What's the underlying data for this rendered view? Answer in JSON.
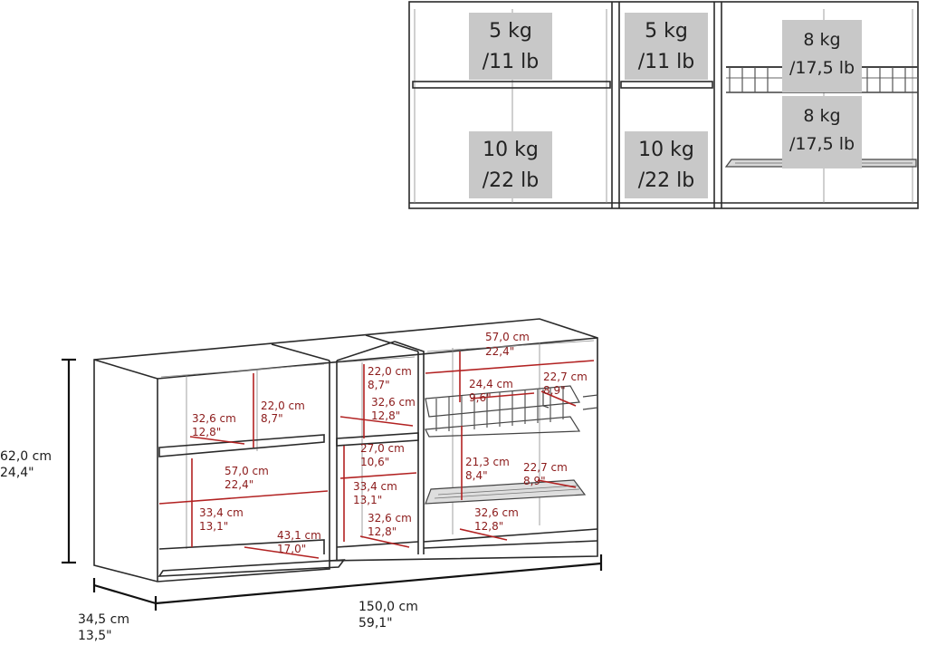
{
  "weights": {
    "top_left": [
      "5 kg",
      "/11 lb"
    ],
    "top_mid": [
      "5 kg",
      "/11 lb"
    ],
    "top_right": [
      "8 kg",
      "/17,5 lb"
    ],
    "bottom_left": [
      "10 kg",
      "/22 lb"
    ],
    "bottom_mid": [
      "10 kg",
      "/22 lb"
    ],
    "bottom_right": [
      "8 kg",
      "/17,5 lb"
    ]
  },
  "dimensions": {
    "height": [
      "62,0 cm",
      "24,4\""
    ],
    "depth": [
      "34,5 cm",
      "13,5\""
    ],
    "width": [
      "150,0 cm",
      "59,1\""
    ],
    "left_top_height": [
      "22,0 cm",
      "8,7\""
    ],
    "left_top_depth": [
      "32,6 cm",
      "12,8\""
    ],
    "left_width": [
      "57,0 cm",
      "22,4\""
    ],
    "left_bottom_height": [
      "33,4 cm",
      "13,1\""
    ],
    "left_door": [
      "43,1 cm",
      "17,0\""
    ],
    "mid_top_height": [
      "22,0 cm",
      "8,7\""
    ],
    "mid_top_depth": [
      "32,6 cm",
      "12,8\""
    ],
    "mid_mid_height": [
      "27,0 cm",
      "10,6\""
    ],
    "mid_bottom_height": [
      "33,4 cm",
      "13,1\""
    ],
    "mid_bottom_depth": [
      "32,6 cm",
      "12,8\""
    ],
    "right_width": [
      "57,0 cm",
      "22,4\""
    ],
    "right_rack_width": [
      "24,4 cm",
      "9,6\""
    ],
    "right_rack_depth": [
      "22,7 cm",
      "8,9\""
    ],
    "right_gap": [
      "21,3 cm",
      "8,4\""
    ],
    "right_tray_depth": [
      "22,7 cm",
      "8,9\""
    ],
    "right_bottom_depth": [
      "32,6 cm",
      "12,8\""
    ]
  }
}
